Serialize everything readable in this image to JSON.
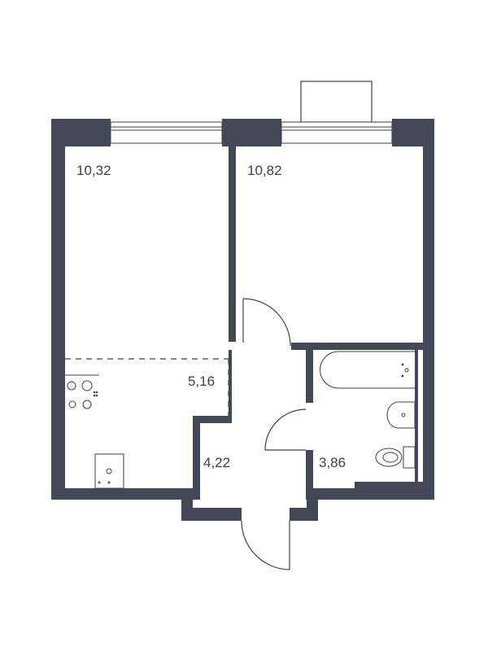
{
  "plan": {
    "colors": {
      "wall": "#434856",
      "line": "#3c4150",
      "background": "#ffffff"
    },
    "rooms": {
      "room_left": {
        "area": "10,32"
      },
      "room_right": {
        "area": "10,82"
      },
      "kitchen": {
        "area": "5,16"
      },
      "hall": {
        "area": "4,22"
      },
      "bathroom": {
        "area": "3,86"
      }
    }
  }
}
